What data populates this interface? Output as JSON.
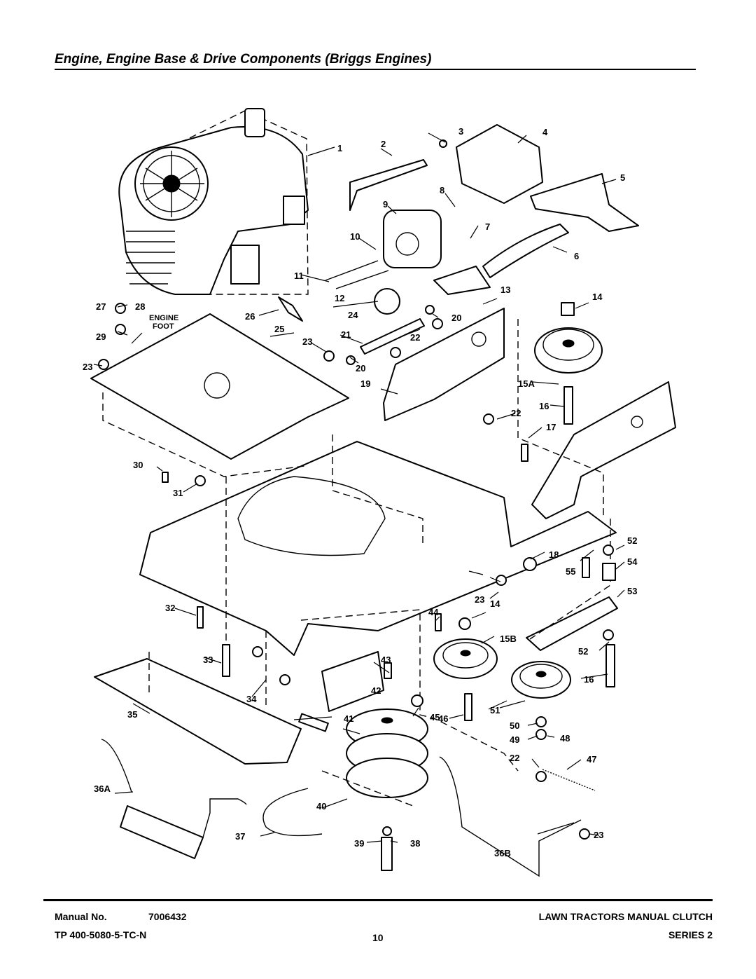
{
  "page": {
    "title": "Engine, Engine Base & Drive Components (Briggs Engines)"
  },
  "diagram": {
    "engine_foot_label": [
      "ENGINE",
      "FOOT"
    ],
    "callouts": [
      "1",
      "2",
      "3",
      "4",
      "5",
      "6",
      "7",
      "8",
      "9",
      "10",
      "11",
      "12",
      "13",
      "14",
      "15A",
      "16",
      "17",
      "18",
      "19",
      "20",
      "21",
      "22",
      "23",
      "24",
      "25",
      "26",
      "27",
      "28",
      "29",
      "30",
      "31",
      "32",
      "33",
      "34",
      "35",
      "36A",
      "37",
      "38",
      "39",
      "40",
      "41",
      "42",
      "43",
      "44",
      "45",
      "46",
      "47",
      "48",
      "49",
      "50",
      "51",
      "52",
      "53",
      "54",
      "55",
      "15B",
      "36B"
    ]
  },
  "footer": {
    "manual_label": "Manual No.",
    "manual_number": "7006432",
    "tp_number": "TP 400-5080-5-TC-N",
    "page_number": "10",
    "product": "LAWN TRACTORS MANUAL CLUTCH",
    "series": "SERIES 2"
  }
}
